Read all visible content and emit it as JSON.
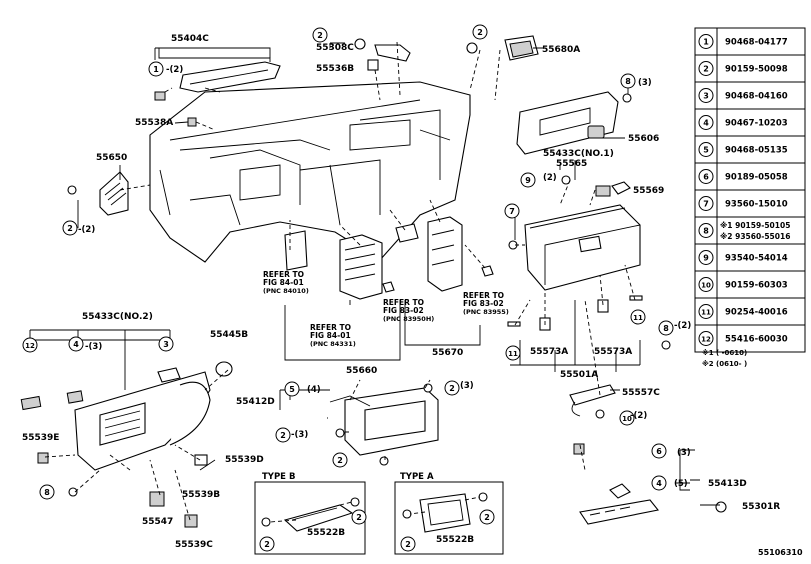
{
  "diagram_code": "55106310",
  "callouts": [
    {
      "id": "c1",
      "text": "55404C"
    },
    {
      "id": "c2",
      "text": "55308C"
    },
    {
      "id": "c3",
      "text": "55536B"
    },
    {
      "id": "c4",
      "text": "55680A"
    },
    {
      "id": "c5",
      "text": "55538A"
    },
    {
      "id": "c6",
      "text": "55650"
    },
    {
      "id": "c7",
      "text": "55606"
    },
    {
      "id": "c8",
      "text": "55433C(NO.1)"
    },
    {
      "id": "c9",
      "text": "55565"
    },
    {
      "id": "c10",
      "text": "55569"
    },
    {
      "id": "c11",
      "text": "55433C(NO.2)"
    },
    {
      "id": "c12",
      "text": "55445B"
    },
    {
      "id": "c13",
      "text": "55412D"
    },
    {
      "id": "c14",
      "text": "55660"
    },
    {
      "id": "c15",
      "text": "55670"
    },
    {
      "id": "c16",
      "text": "55573A"
    },
    {
      "id": "c17",
      "text": "55573A"
    },
    {
      "id": "c18",
      "text": "55501A"
    },
    {
      "id": "c19",
      "text": "55557C"
    },
    {
      "id": "c20",
      "text": "55539E"
    },
    {
      "id": "c21",
      "text": "55539D"
    },
    {
      "id": "c22",
      "text": "55539B"
    },
    {
      "id": "c23",
      "text": "55547"
    },
    {
      "id": "c24",
      "text": "55539C"
    },
    {
      "id": "c25",
      "text": "55522B"
    },
    {
      "id": "c26",
      "text": "55522B"
    },
    {
      "id": "c27",
      "text": "55413D"
    },
    {
      "id": "c28",
      "text": "55301R"
    }
  ],
  "qty_labels": [
    {
      "id": "q1",
      "text": "-(2)"
    },
    {
      "id": "q2",
      "text": "-(2)"
    },
    {
      "id": "q3",
      "text": "(3)"
    },
    {
      "id": "q4",
      "text": "(2)"
    },
    {
      "id": "q5",
      "text": "-(2)"
    },
    {
      "id": "q6",
      "text": "-(3)"
    },
    {
      "id": "q7",
      "text": "(4)"
    },
    {
      "id": "q8",
      "text": "(3)"
    },
    {
      "id": "q9",
      "text": "-(3)"
    },
    {
      "id": "q10",
      "text": "-(2)"
    },
    {
      "id": "q11",
      "text": "(3)"
    },
    {
      "id": "q12",
      "text": "(5)"
    }
  ],
  "refer_notes": [
    {
      "id": "r1",
      "lines": [
        "REFER TO",
        "FIG 84-01",
        "(PNC 84010)"
      ]
    },
    {
      "id": "r2",
      "lines": [
        "REFER TO",
        "FIG 84-01",
        "(PNC 84331)"
      ]
    },
    {
      "id": "r3",
      "lines": [
        "REFER TO",
        "FIG 83-02",
        "(PNC 83950H)"
      ]
    },
    {
      "id": "r4",
      "lines": [
        "REFER TO",
        "FIG 83-02",
        "(PNC 83955)"
      ]
    }
  ],
  "type_labels": [
    "TYPE B",
    "TYPE A"
  ],
  "parts_table": [
    {
      "ref": "1",
      "part": "90468-04177"
    },
    {
      "ref": "2",
      "part": "90159-50098"
    },
    {
      "ref": "3",
      "part": "90468-04160"
    },
    {
      "ref": "4",
      "part": "90467-10203"
    },
    {
      "ref": "5",
      "part": "90468-05135"
    },
    {
      "ref": "6",
      "part": "90189-05058"
    },
    {
      "ref": "7",
      "part": "93560-15010"
    },
    {
      "ref": "8",
      "part": "※1 90159-50105",
      "part2": "※2 93560-55016"
    },
    {
      "ref": "9",
      "part": "93540-54014"
    },
    {
      "ref": "10",
      "part": "90159-60303"
    },
    {
      "ref": "11",
      "part": "90254-40016"
    },
    {
      "ref": "12",
      "part": "55416-60030"
    }
  ],
  "footnotes": [
    {
      "mark": "※1",
      "range": "( -0610)"
    },
    {
      "mark": "※2",
      "range": "(0610- )"
    }
  ],
  "table_notes": [
    "※1 90159-50105",
    "※2 93560-55016"
  ]
}
